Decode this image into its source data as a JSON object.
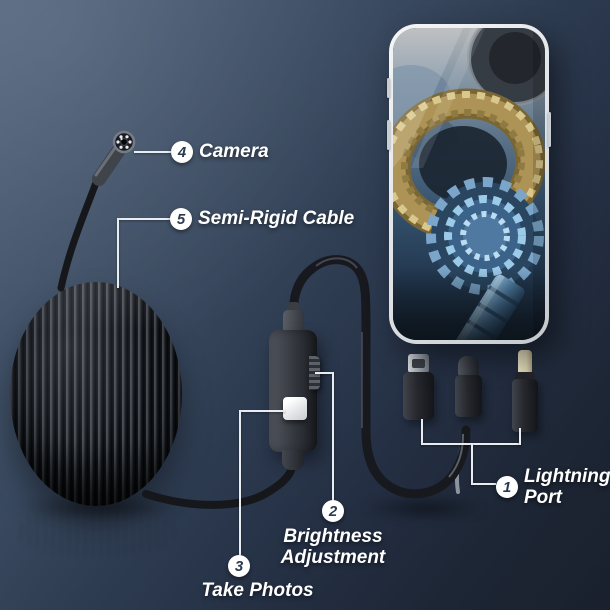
{
  "labels": [
    {
      "number": "1",
      "lines": [
        "Lightning",
        "Port"
      ]
    },
    {
      "number": "2",
      "lines": [
        "Brightness",
        "Adjustment"
      ]
    },
    {
      "number": "3",
      "lines": [
        "Take Photos"
      ]
    },
    {
      "number": "4",
      "lines": [
        "Camera"
      ]
    },
    {
      "number": "5",
      "lines": [
        "Semi-Rigid Cable"
      ]
    }
  ],
  "colors": {
    "bg-top": "#55677f",
    "bg-bottom": "#1a202d",
    "label-text": "#ffffff",
    "badge-bg": "#ffffff",
    "badge-number": "#2c3a50",
    "leader-line": "#e9edf2",
    "cable-black": "#17191e",
    "brass": "#ad9355",
    "steel-blue": "#7ba6c9",
    "lightning-tip-gold": "#d8d2b0",
    "phone-frame": "#eceef0"
  }
}
